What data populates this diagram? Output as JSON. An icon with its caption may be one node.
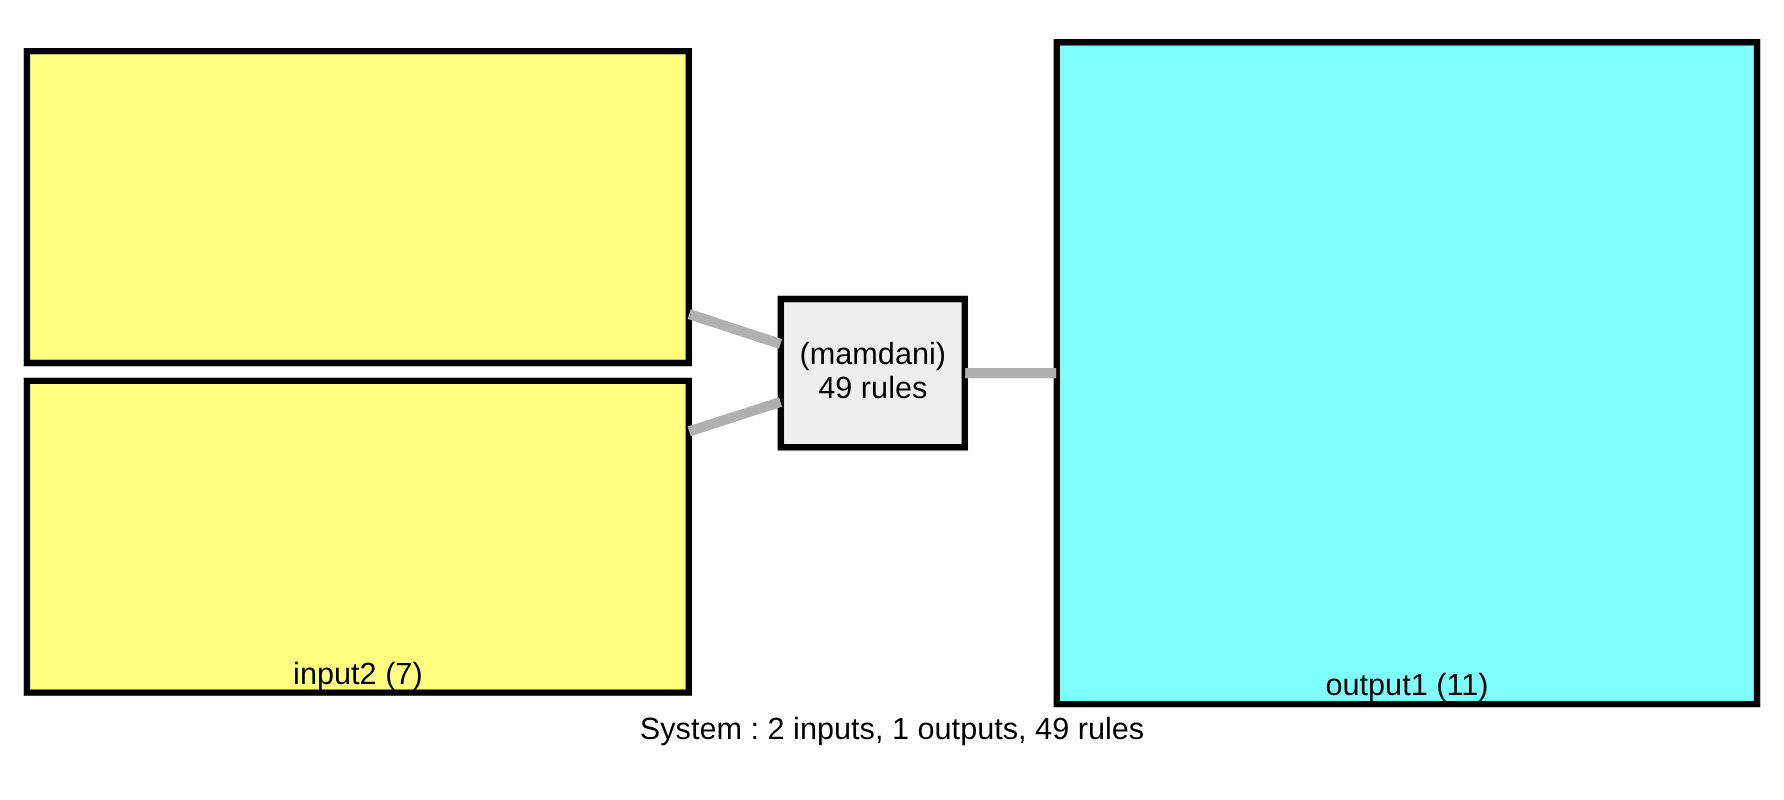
{
  "diagram": {
    "caption": "System : 2 inputs, 1 outputs, 49 rules",
    "nodes": [
      {
        "text": [],
        "shape": "box"
      },
      {
        "text": [
          "input2 (7)"
        ]
      },
      {
        "text": [
          "(mamdani)",
          "49 rules"
        ]
      },
      {
        "text": [
          "output1 (11)"
        ]
      }
    ],
    "edges": [
      {
        "from": 0,
        "to": 2,
        "arrow": "none"
      },
      {
        "from": 1,
        "to": 2,
        "arrow": "none"
      },
      {
        "from": 2,
        "to": 3,
        "arrow": "none"
      }
    ]
  }
}
